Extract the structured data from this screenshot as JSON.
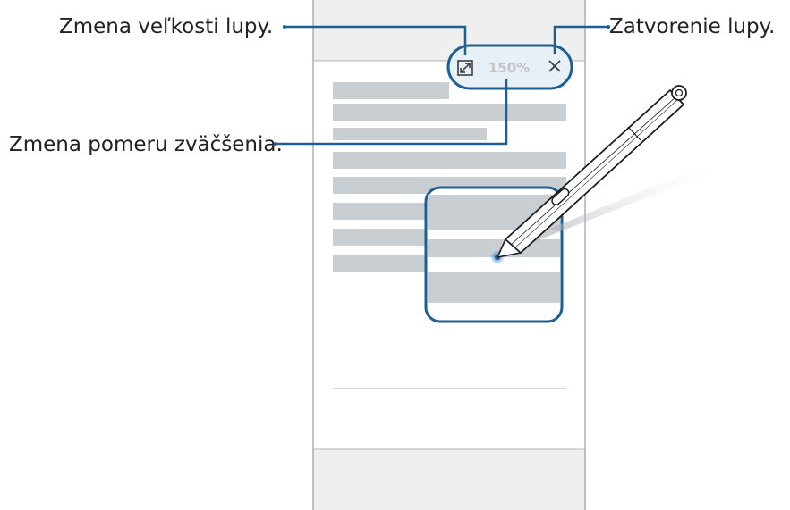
{
  "callouts": {
    "resize": "Zmena veľkosti lupy.",
    "close": "Zatvorenie lupy.",
    "zoom_ratio": "Zmena pomeru zväčšenia."
  },
  "toolbar": {
    "zoom_value": "150%",
    "resize_icon": "expand-arrows-icon",
    "close_icon": "close-x-icon"
  },
  "colors": {
    "accent": "#1b5f95",
    "text_bar": "#c9ced3",
    "toolbar_fill": "#e8f0f7",
    "pen_tip": "#2a7fd4"
  }
}
